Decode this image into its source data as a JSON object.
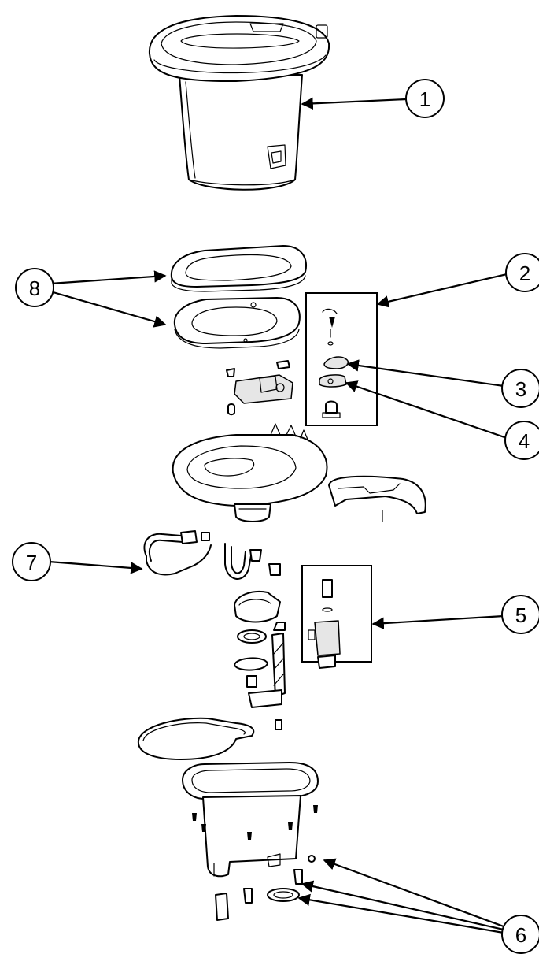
{
  "callouts": [
    {
      "id": "1",
      "label": "1"
    },
    {
      "id": "2",
      "label": "2"
    },
    {
      "id": "3",
      "label": "3"
    },
    {
      "id": "4",
      "label": "4"
    },
    {
      "id": "5",
      "label": "5"
    },
    {
      "id": "6",
      "label": "6"
    },
    {
      "id": "7",
      "label": "7"
    },
    {
      "id": "8",
      "label": "8"
    }
  ],
  "colors": {
    "line": "#000000",
    "background": "#ffffff",
    "shade": "#e6e6e6"
  }
}
